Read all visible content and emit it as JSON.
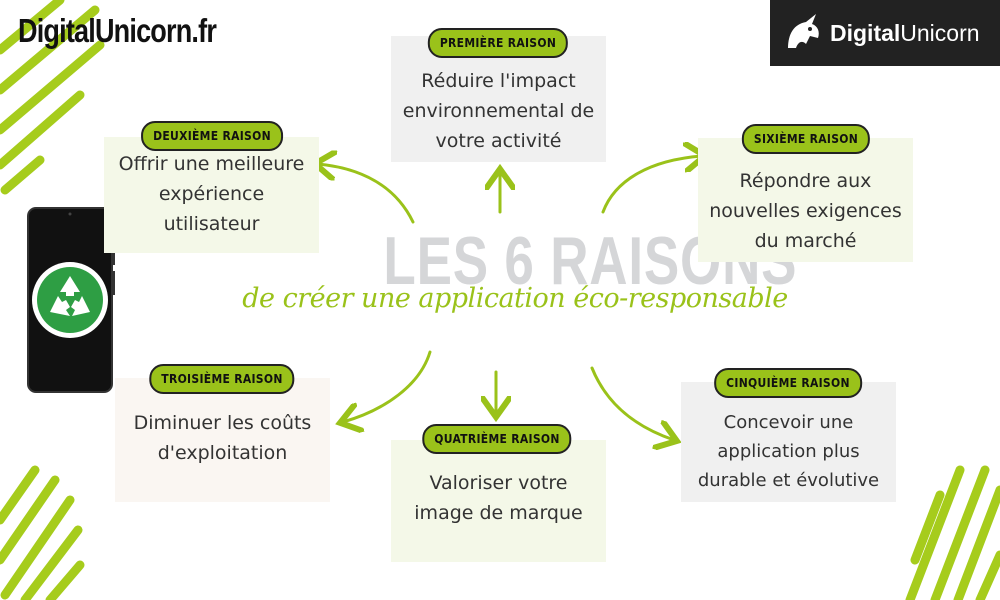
{
  "header": {
    "site_title": "DigitalUnicorn.fr",
    "logo_bold": "Digital",
    "logo_light": "Unicorn"
  },
  "center": {
    "title": "LES 6 RAISONS",
    "subtitle": "de créer une application éco-responsable"
  },
  "reasons": [
    {
      "badge": "PREMIÈRE RAISON",
      "text": "Réduire l'impact environnemental de votre activité"
    },
    {
      "badge": "DEUXIÈME RAISON",
      "text": "Offrir une meilleure expérience utilisateur"
    },
    {
      "badge": "TROISIÈME RAISON",
      "text": "Diminuer les coûts d'exploitation"
    },
    {
      "badge": "QUATRIÈME RAISON",
      "text": "Valoriser votre image de marque"
    },
    {
      "badge": "CINQUIÈME RAISON",
      "text": "Concevoir une application plus durable et évolutive"
    },
    {
      "badge": "SIXIÈME RAISON",
      "text": "Répondre aux nouvelles exigences du marché"
    }
  ],
  "colors": {
    "accent_green": "#9ac21a",
    "card_gray": "#f0f0f0",
    "card_green": "#f4f8e8",
    "card_beige": "#faf6f2",
    "recycle_green": "#2e9e44",
    "phone_black": "#111111"
  },
  "icons": [
    "recycle-icon",
    "phone-icon",
    "unicorn-logo-icon"
  ]
}
